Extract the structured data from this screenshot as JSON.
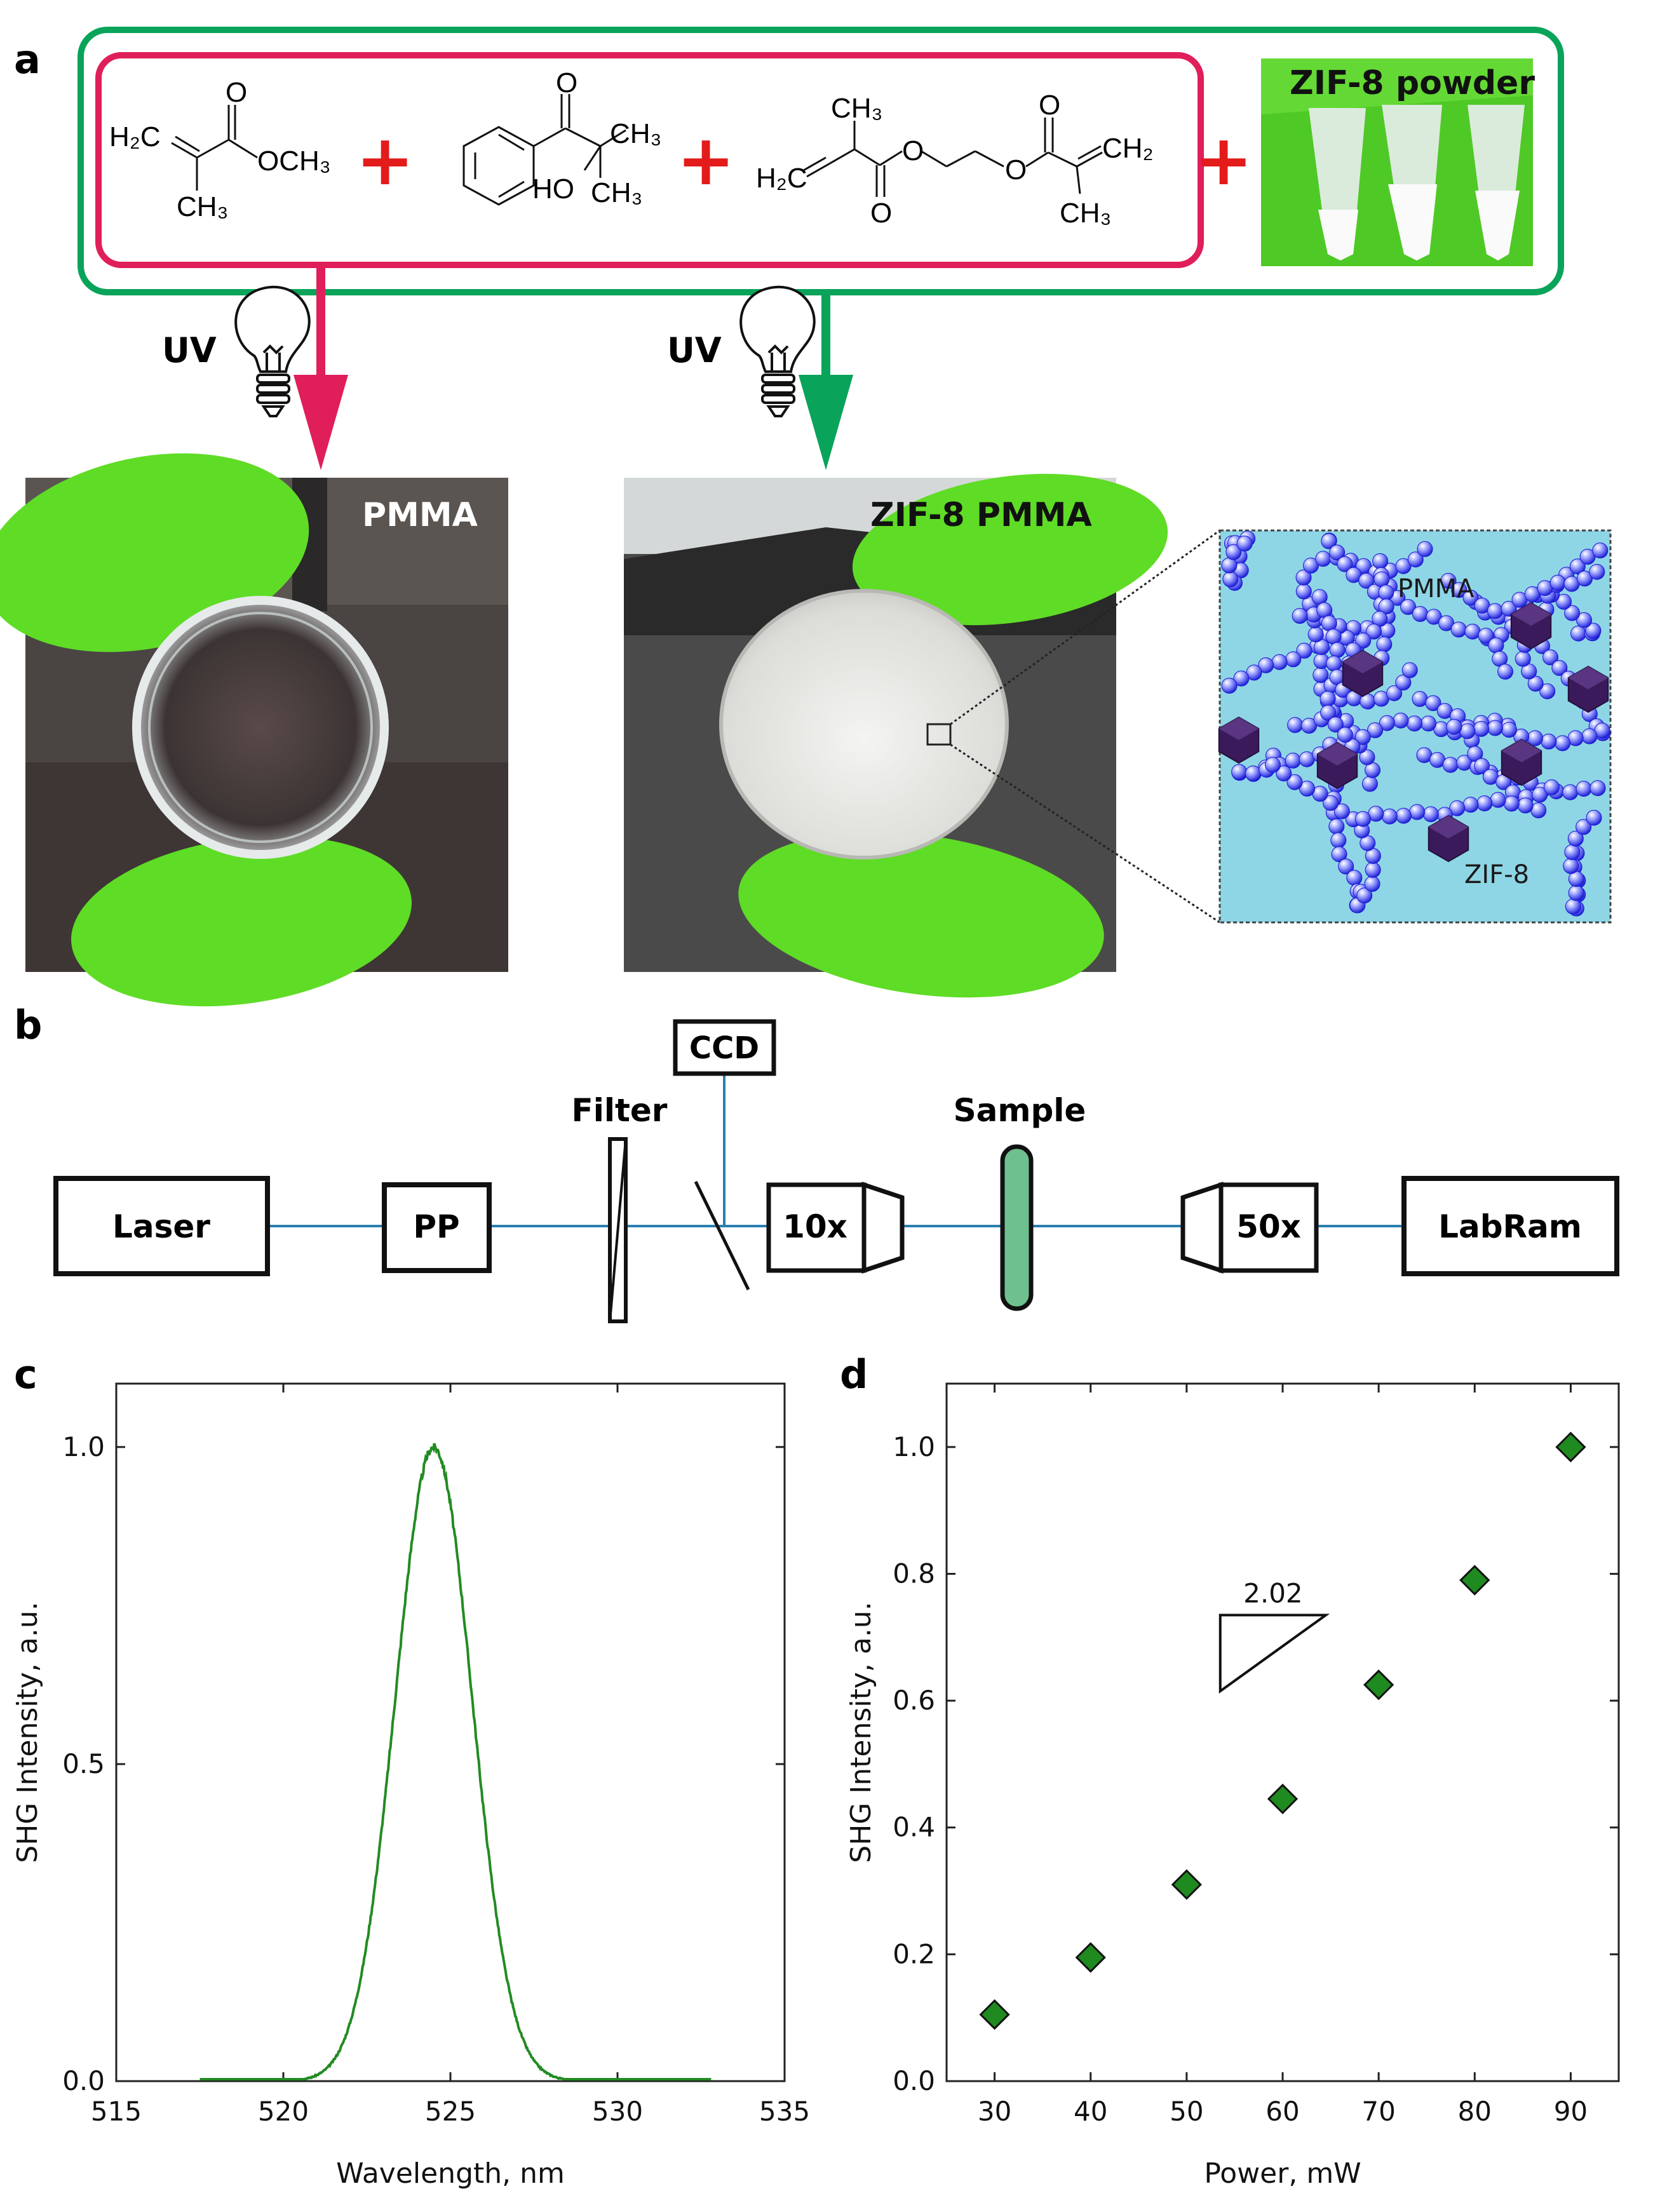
{
  "panel_labels": {
    "a": "a",
    "b": "b",
    "c": "c",
    "d": "d"
  },
  "panel_a": {
    "plus": "+",
    "uv_label": "UV",
    "powder_label": "ZIF-8 powder",
    "mma": {
      "o_top": "O",
      "h2c": "H₂C",
      "och3": "OCH₃",
      "ch3": "CH₃"
    },
    "initiator": {
      "o_top": "O",
      "ch3_right": "CH₃",
      "ho": "HO",
      "ch3_bottom": "CH₃"
    },
    "crosslinker": {
      "ch3_top": "CH₃",
      "h2c": "H₂C",
      "o_ester1": "O",
      "o_carbonyl1": "O",
      "o_ester2": "O",
      "o_carbonyl2": "O",
      "ch2": "CH₂",
      "ch3_bottom": "CH₃"
    },
    "photo_pmma_label": "PMMA",
    "photo_zif_label": "ZIF-8 PMMA",
    "inset_pmma_label": "PMMA",
    "inset_zif_label": "ZIF-8",
    "colors": {
      "green_frame": "#0aa35a",
      "red_frame": "#e01e5a",
      "glove": "#6ee82a",
      "inset_bg": "#8ed6e6",
      "sphere": "#3a3cf0",
      "crystal": "#3b1a5c"
    }
  },
  "panel_b": {
    "laser": "Laser",
    "pp": "PP",
    "filter": "Filter",
    "ccd": "CCD",
    "obj10": "10x",
    "sample": "Sample",
    "obj50": "50x",
    "labram": "LabRam",
    "colors": {
      "beam": "#2a7fb0",
      "sample_fill": "#6fc08f"
    }
  },
  "chart_data": [
    {
      "type": "line",
      "xlabel": "Wavelength, nm",
      "ylabel": "SHG Intensity, a.u.",
      "xlim": [
        515,
        535
      ],
      "ylim": [
        0,
        1.1
      ],
      "xticks": [
        515,
        520,
        525,
        530,
        535
      ],
      "xtick_labels": [
        "515",
        "520",
        "525",
        "530",
        "535"
      ],
      "yticks": [
        0,
        0.5,
        1.0
      ],
      "ytick_labels": [
        "0.0",
        "0.5",
        "1.0"
      ],
      "x_start": 517.5,
      "x_end": 532.8,
      "peak_x": 524.5,
      "peak_y": 1.0,
      "fwhm": 2.7,
      "grid": false,
      "color": "#228b22"
    },
    {
      "type": "scatter",
      "xlabel": "Power, mW",
      "ylabel": "SHG Intensity, a.u.",
      "xlim": [
        25,
        95
      ],
      "ylim": [
        0,
        1.1
      ],
      "xticks": [
        30,
        40,
        50,
        60,
        70,
        80,
        90
      ],
      "xtick_labels": [
        "30",
        "40",
        "50",
        "60",
        "70",
        "80",
        "90"
      ],
      "yticks": [
        0,
        0.2,
        0.4,
        0.6,
        0.8,
        1.0
      ],
      "ytick_labels": [
        "0.0",
        "0.2",
        "0.4",
        "0.6",
        "0.8",
        "1.0"
      ],
      "x": [
        30,
        40,
        50,
        60,
        70,
        80,
        90
      ],
      "y": [
        0.105,
        0.195,
        0.31,
        0.445,
        0.625,
        0.79,
        1.0
      ],
      "annotation": "2.02",
      "grid": false,
      "color": "#1f8a1f"
    }
  ]
}
